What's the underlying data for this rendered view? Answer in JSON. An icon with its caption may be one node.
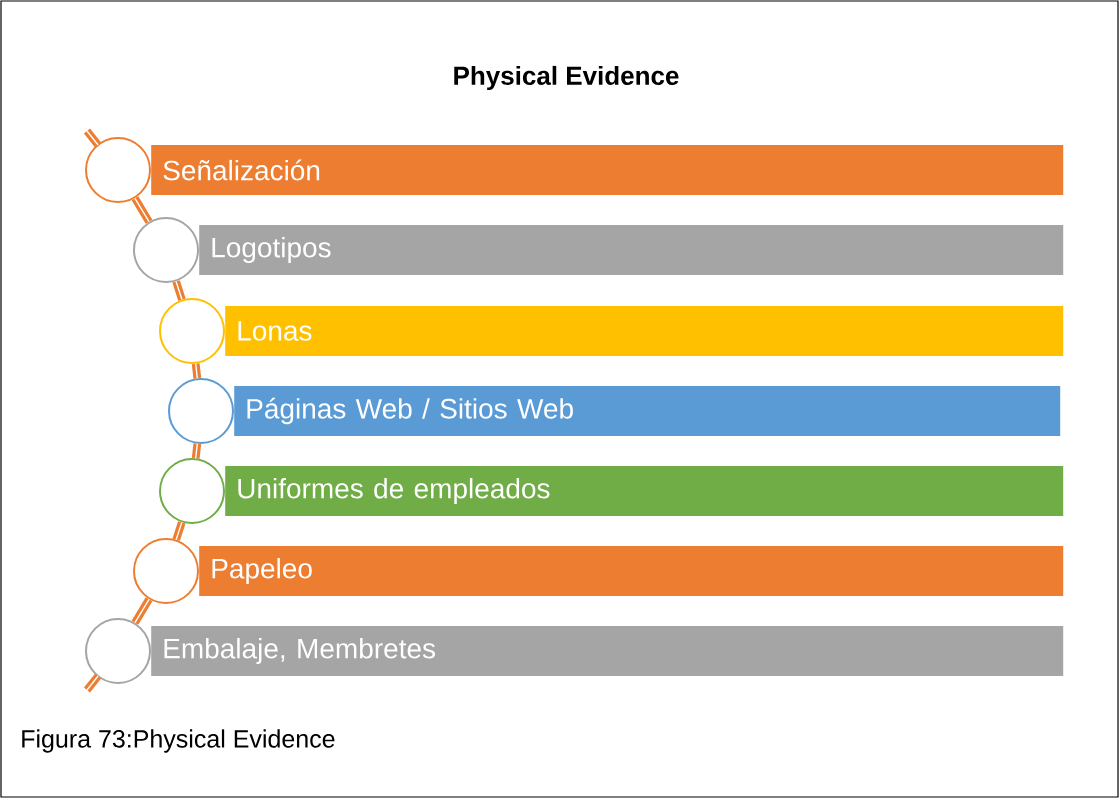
{
  "diagram": {
    "title": "Physical Evidence",
    "caption": "Figura 73:Physical Evidence",
    "nodes": [
      {
        "text": [],
        "shape": "circle"
      },
      {
        "text": [
          "Señalización"
        ]
      },
      {
        "text": [],
        "shape": "circle"
      },
      {
        "text": [
          "Logotipos"
        ]
      },
      {
        "text": [],
        "shape": "circle"
      },
      {
        "text": [
          "Lonas"
        ]
      },
      {
        "text": [],
        "shape": "circle"
      },
      {
        "text": [
          "Páginas Web / Sitios Web"
        ]
      },
      {
        "text": [],
        "shape": "circle"
      },
      {
        "text": [
          "Uniformes de empleados"
        ]
      },
      {
        "text": [],
        "shape": "circle"
      },
      {
        "text": [
          "Papeleo"
        ]
      },
      {
        "text": [],
        "shape": "circle"
      },
      {
        "text": [
          "Embalaje, Membretes"
        ]
      }
    ],
    "edges": [
      {
        "from": 0,
        "to": 2,
        "arrow": "none"
      },
      {
        "from": 2,
        "to": 4,
        "arrow": "none"
      },
      {
        "from": 4,
        "to": 6,
        "arrow": "none"
      },
      {
        "from": 6,
        "to": 8,
        "arrow": "none"
      },
      {
        "from": 8,
        "to": 10,
        "arrow": "none"
      },
      {
        "from": 10,
        "to": 12,
        "arrow": "none"
      }
    ]
  }
}
